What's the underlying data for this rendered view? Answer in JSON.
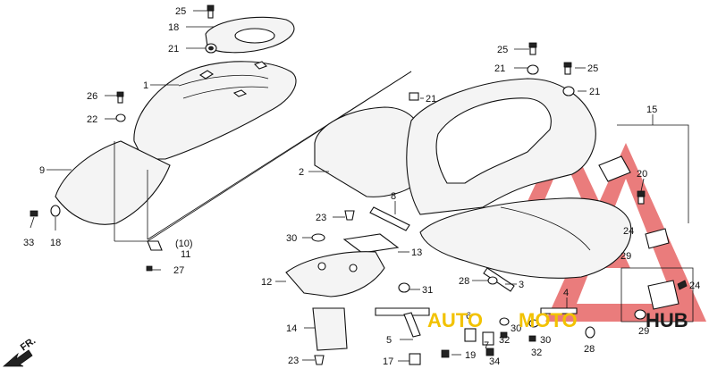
{
  "callouts": [
    {
      "id": "c25a",
      "text": "25"
    },
    {
      "id": "c18a",
      "text": "18"
    },
    {
      "id": "c21a",
      "text": "21"
    },
    {
      "id": "c1",
      "text": "1"
    },
    {
      "id": "c26",
      "text": "26"
    },
    {
      "id": "c22",
      "text": "22"
    },
    {
      "id": "c9",
      "text": "9"
    },
    {
      "id": "c33",
      "text": "33"
    },
    {
      "id": "c18b",
      "text": "18"
    },
    {
      "id": "c10",
      "text": "(10)"
    },
    {
      "id": "c11",
      "text": "11"
    },
    {
      "id": "c27",
      "text": "27"
    },
    {
      "id": "c2",
      "text": "2"
    },
    {
      "id": "c21b",
      "text": "21"
    },
    {
      "id": "c25b",
      "text": "25"
    },
    {
      "id": "c21c",
      "text": "21"
    },
    {
      "id": "c25c",
      "text": "25"
    },
    {
      "id": "c21d",
      "text": "21"
    },
    {
      "id": "c15",
      "text": "15"
    },
    {
      "id": "c20",
      "text": "20"
    },
    {
      "id": "c8",
      "text": "8"
    },
    {
      "id": "c23a",
      "text": "23"
    },
    {
      "id": "c30a",
      "text": "30"
    },
    {
      "id": "c13",
      "text": "13"
    },
    {
      "id": "c24a",
      "text": "24"
    },
    {
      "id": "c29a",
      "text": "29"
    },
    {
      "id": "c12",
      "text": "12"
    },
    {
      "id": "c28a",
      "text": "28"
    },
    {
      "id": "c3",
      "text": "3"
    },
    {
      "id": "c31",
      "text": "31"
    },
    {
      "id": "c4",
      "text": "4"
    },
    {
      "id": "c24b",
      "text": "24"
    },
    {
      "id": "c14",
      "text": "14"
    },
    {
      "id": "c6",
      "text": "6"
    },
    {
      "id": "c7",
      "text": "7"
    },
    {
      "id": "c30b",
      "text": "30"
    },
    {
      "id": "c32a",
      "text": "32"
    },
    {
      "id": "c30c",
      "text": "30"
    },
    {
      "id": "c5",
      "text": "5"
    },
    {
      "id": "c28b",
      "text": "28"
    },
    {
      "id": "c29b",
      "text": "29"
    },
    {
      "id": "c23b",
      "text": "23"
    },
    {
      "id": "c17",
      "text": "17"
    },
    {
      "id": "c19",
      "text": "19"
    },
    {
      "id": "c34",
      "text": "34"
    },
    {
      "id": "c32b",
      "text": "32"
    }
  ],
  "direction_label": "FR.",
  "watermark": {
    "text_a": "AUTO",
    "text_b": "MOTO",
    "text_c": "HUB",
    "color_red": "#e24a4a",
    "color_yellow": "#f2c200",
    "color_black": "#1a1a1a"
  }
}
